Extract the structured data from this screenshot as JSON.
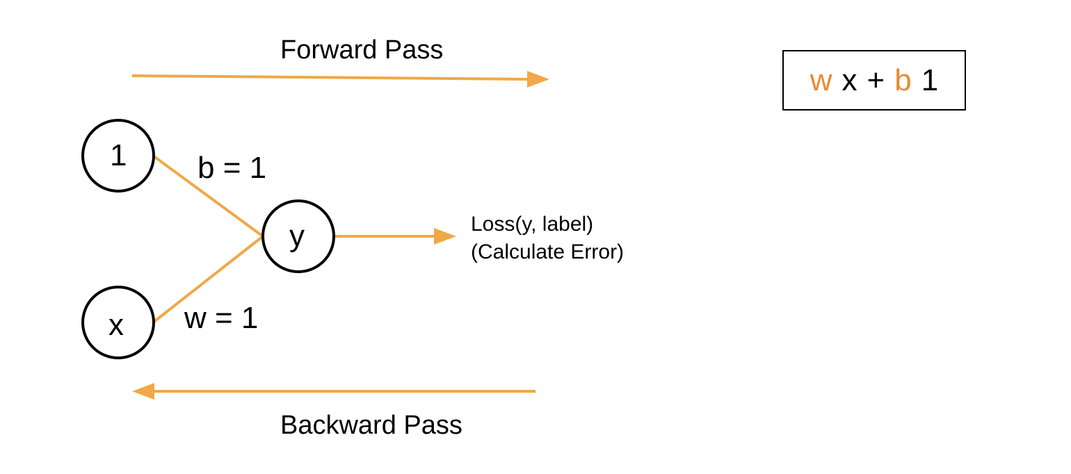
{
  "colors": {
    "accent": "#f0a848",
    "ink": "#000000",
    "formula_accent": "#e88a30"
  },
  "labels": {
    "forward": "Forward Pass",
    "backward": "Backward Pass",
    "loss_line1": "Loss(y, label)",
    "loss_line2": "(Calculate Error)"
  },
  "nodes": {
    "bias": "1",
    "input": "x",
    "output": "y"
  },
  "edges": {
    "bias_weight": "b = 1",
    "input_weight": "w = 1"
  },
  "formula": {
    "t1": "w",
    "t2": "x",
    "t3": "+",
    "t4": "b",
    "t5": "1"
  }
}
